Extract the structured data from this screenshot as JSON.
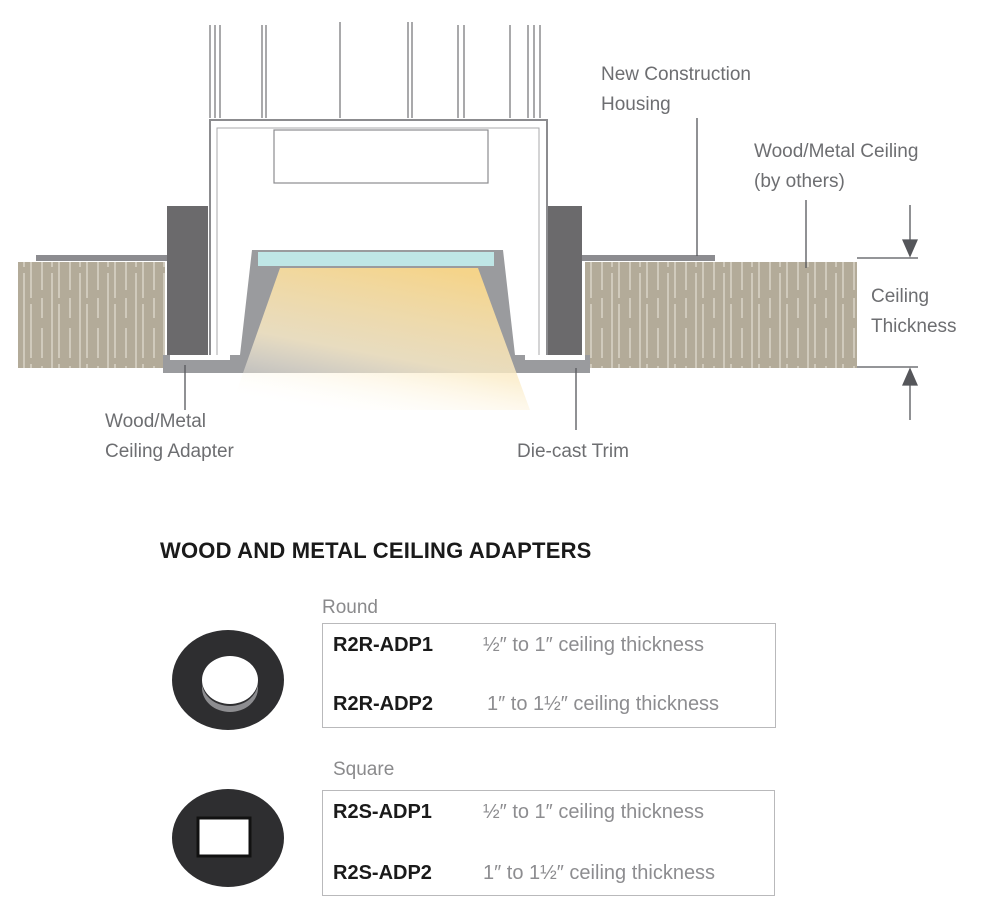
{
  "diagram": {
    "labels": {
      "housing_line1": "New Construction",
      "housing_line2": "Housing",
      "ceiling_line1": "Wood/Metal Ceiling",
      "ceiling_line2": "(by others)",
      "thickness_line1": "Ceiling",
      "thickness_line2": "Thickness",
      "adapter_line1": "Wood/Metal",
      "adapter_line2": "Ceiling Adapter",
      "trim": "Die-cast Trim"
    },
    "colors": {
      "ceiling": "#b3ab99",
      "adapter": "#6b6a6c",
      "trim": "#9a9b9e",
      "lens": "#bfe6e6",
      "light": "#f7d58a"
    }
  },
  "adapters": {
    "heading": "WOOD AND METAL CEILING ADAPTERS",
    "groups": [
      {
        "label": "Round",
        "items": [
          {
            "code": "R2R-ADP1",
            "desc": "½″ to 1″ ceiling thickness"
          },
          {
            "code": "R2R-ADP2",
            "desc": "1″ to 1½″ ceiling thickness"
          }
        ]
      },
      {
        "label": "Square",
        "items": [
          {
            "code": "R2S-ADP1",
            "desc": "½″ to 1″ ceiling thickness"
          },
          {
            "code": "R2S-ADP2",
            "desc": "1″ to 1½″ ceiling thickness"
          }
        ]
      }
    ]
  }
}
